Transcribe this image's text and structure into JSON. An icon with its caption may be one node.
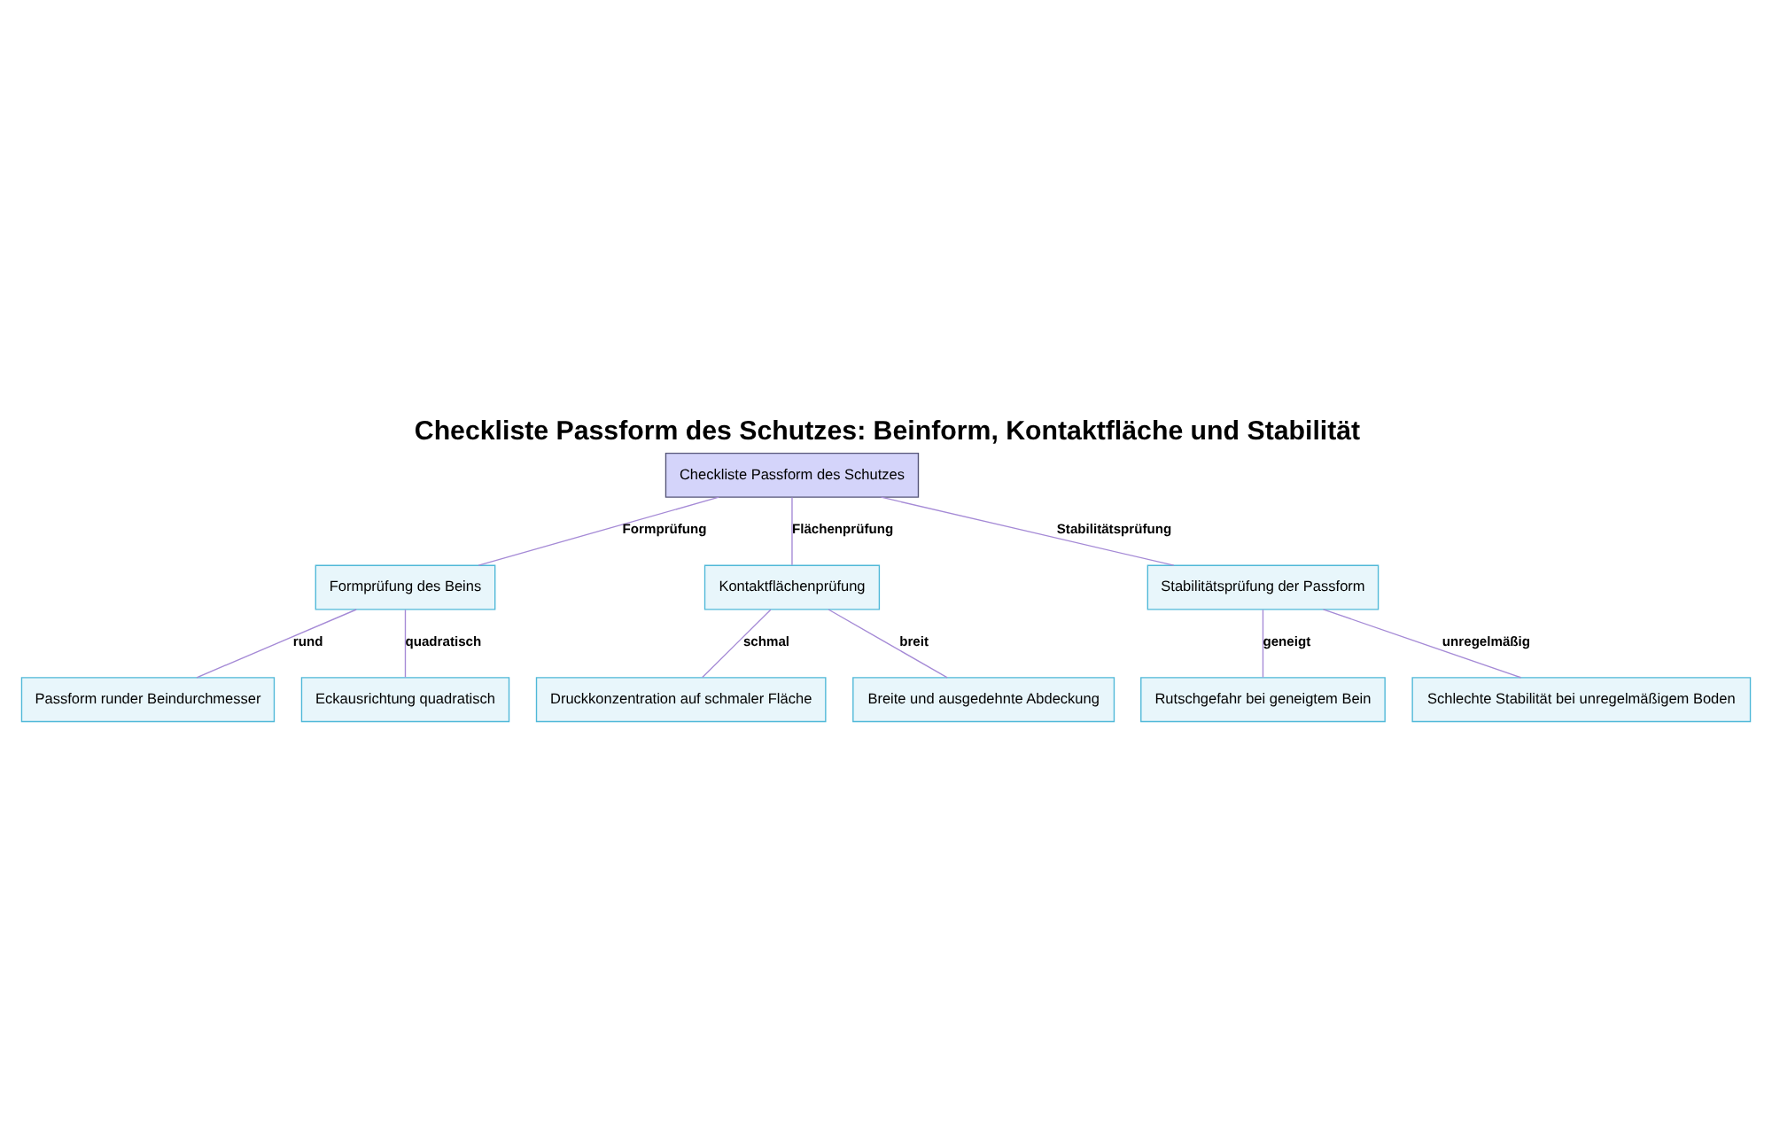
{
  "diagram": {
    "title": "Checkliste Passform des Schutzes: Beinform, Kontaktfläche und Stabilität",
    "nodes": [
      {
        "text": [
          "Checkliste Passform des Schutzes"
        ]
      },
      {
        "text": [
          "Formprüfung des Beins"
        ]
      },
      {
        "text": [
          "Kontaktflächenprüfung"
        ]
      },
      {
        "text": [
          "Stabilitätsprüfung der Passform"
        ]
      },
      {
        "text": [
          "Passform runder Beindurchmesser"
        ]
      },
      {
        "text": [
          "Eckausrichtung quadratisch"
        ]
      },
      {
        "text": [
          "Druckkonzentration auf schmaler Fläche"
        ]
      },
      {
        "text": [
          "Breite und ausgedehnte Abdeckung"
        ]
      },
      {
        "text": [
          "Rutschgefahr bei geneigtem Bein"
        ]
      },
      {
        "text": [
          "Schlechte Stabilität bei unregelmäßigem Boden"
        ]
      }
    ],
    "edges": [
      {
        "from": 0,
        "to": 1,
        "arrow": "none",
        "label": "Formprüfung"
      },
      {
        "from": 0,
        "to": 2,
        "arrow": "none",
        "label": "Flächenprüfung"
      },
      {
        "from": 0,
        "to": 3,
        "arrow": "none",
        "label": "Stabilitätsprüfung"
      },
      {
        "from": 1,
        "to": 4,
        "arrow": "none",
        "label": "rund"
      },
      {
        "from": 1,
        "to": 5,
        "arrow": "none",
        "label": "quadratisch"
      },
      {
        "from": 2,
        "to": 6,
        "arrow": "none",
        "label": "schmal"
      },
      {
        "from": 2,
        "to": 7,
        "arrow": "none",
        "label": "breit"
      },
      {
        "from": 3,
        "to": 8,
        "arrow": "none",
        "label": "geneigt"
      },
      {
        "from": 3,
        "to": 9,
        "arrow": "none",
        "label": "unregelmäßig"
      }
    ]
  }
}
